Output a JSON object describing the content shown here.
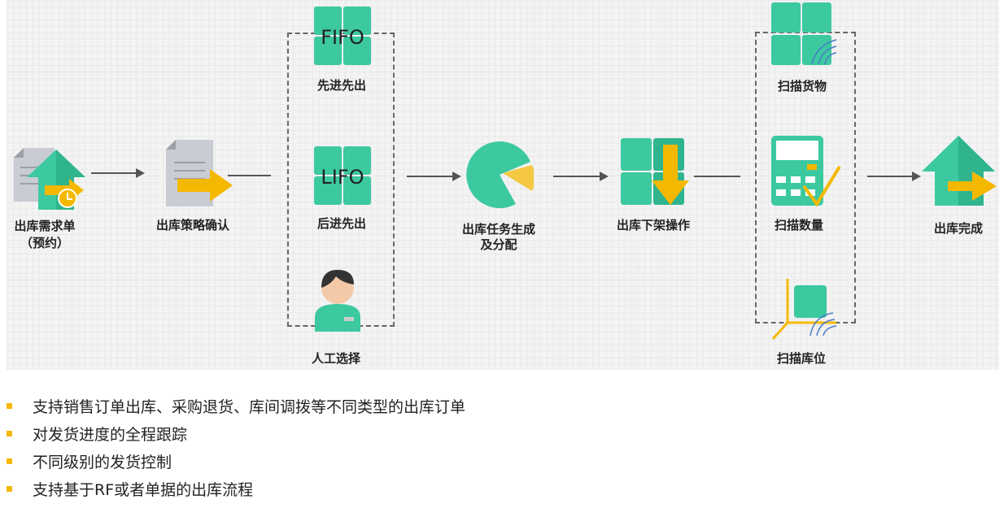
{
  "flow": {
    "step1": {
      "line1": "出库需求单",
      "line2": "（预约）"
    },
    "step2": "出库策略确认",
    "strategies": [
      {
        "icon_text": "FIFO",
        "label": "先进先出"
      },
      {
        "icon_text": "LIFO",
        "label": "后进先出"
      },
      {
        "label": "人工选择"
      }
    ],
    "step3": {
      "line1": "出库任务生成",
      "line2": "及分配"
    },
    "step4": "出库下架操作",
    "scans": [
      "扫描货物",
      "扫描数量",
      "扫描库位"
    ],
    "step5": "出库完成"
  },
  "bullets": [
    "支持销售订单出库、采购退货、库间调拨等不同类型的出库订单",
    "对发货进度的全程跟踪",
    "不同级别的发货控制",
    "支持基于RF或者单据的出库流程"
  ],
  "colors": {
    "green": "#3cc9a0",
    "yellow": "#f5b800",
    "arrow": "#555555"
  }
}
